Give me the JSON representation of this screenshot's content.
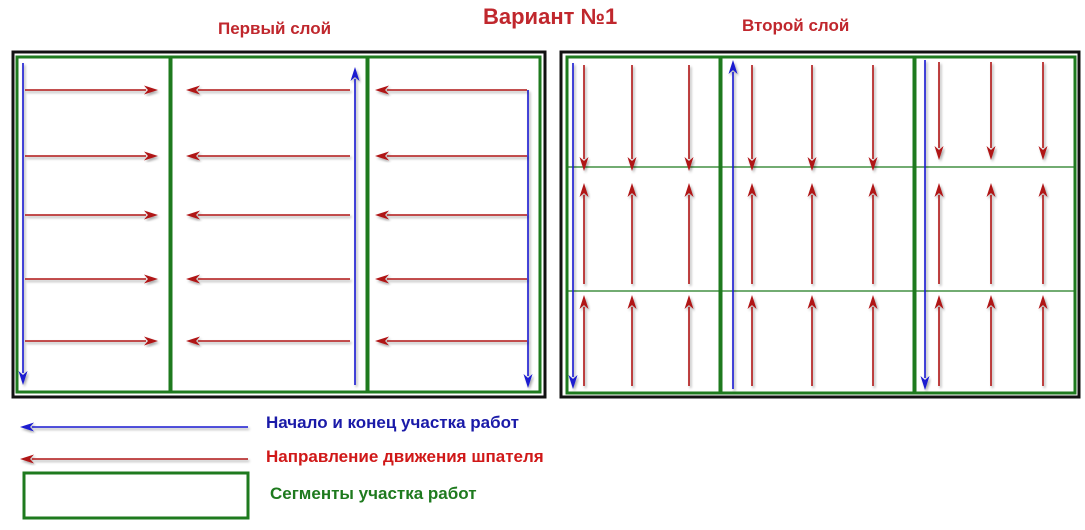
{
  "title": "Вариант №1",
  "layer1": {
    "label": "Первый слой"
  },
  "layer2": {
    "label": "Второй слой"
  },
  "legend": {
    "blue_label": "Начало и конец участка работ",
    "red_label": "Направление движения шпателя",
    "green_label": "Сегменты участка работ"
  },
  "colors": {
    "blue_arrow": "#1a1ad0",
    "red_arrow": "#b01418",
    "segment_green": "#1e7a1e",
    "frame": "#111111",
    "title_red": "#c0272d"
  }
}
